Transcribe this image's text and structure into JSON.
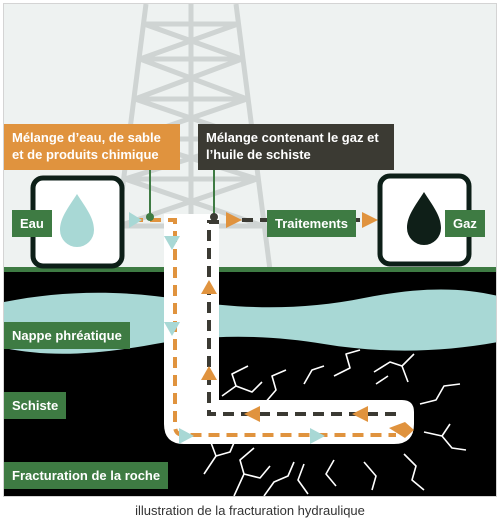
{
  "labels": {
    "water_input": "Mélange d’eau, de sable et de produits chimique",
    "gas_output": "Mélange contenant le gaz et l’huile de schiste",
    "eau": "Eau",
    "traitements": "Traitements",
    "gaz": "Gaz",
    "nappe": "Nappe phréatique",
    "schiste": "Schiste",
    "fracturation": "Fracturation de la roche"
  },
  "caption": "illustration de la fracturation hydraulique",
  "colors": {
    "sky": "#eef2f1",
    "rock": "#000000",
    "aquifer": "#a8d8d5",
    "ground_line": "#3e7b43",
    "orange": "#e0933e",
    "dark": "#3b3a33",
    "water_drop": "#a8d8d5",
    "gas_drop": "#0f1f18"
  }
}
